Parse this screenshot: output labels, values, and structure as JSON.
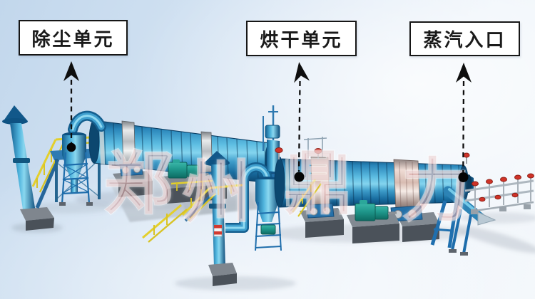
{
  "callouts": [
    {
      "label": "除尘单元"
    },
    {
      "label": "烘干单元"
    },
    {
      "label": "蒸汽入口"
    }
  ],
  "watermark": {
    "text": "郑州鼎力",
    "chars": [
      "郑",
      "州",
      "鼎",
      "力"
    ]
  },
  "colors": {
    "sky_top": "#c2d7ec",
    "floor": "#f3f7fb",
    "machine_blue": "#2e86b8",
    "machine_highlight": "#84d4ee",
    "machine_dark": "#0c476f",
    "steel_silver": "#d9dcde",
    "riding_ring_pink": "#e5cdc4",
    "motor_teal": "#23a095",
    "railing_yellow": "#e3cf2c",
    "valve_red": "#d32b20",
    "plinth_gray": "#5d646c",
    "callout_border": "#161616",
    "callout_bg": "#ffffff",
    "arrow_black": "#0e0e0e",
    "watermark_pink": "#c67a7a"
  }
}
